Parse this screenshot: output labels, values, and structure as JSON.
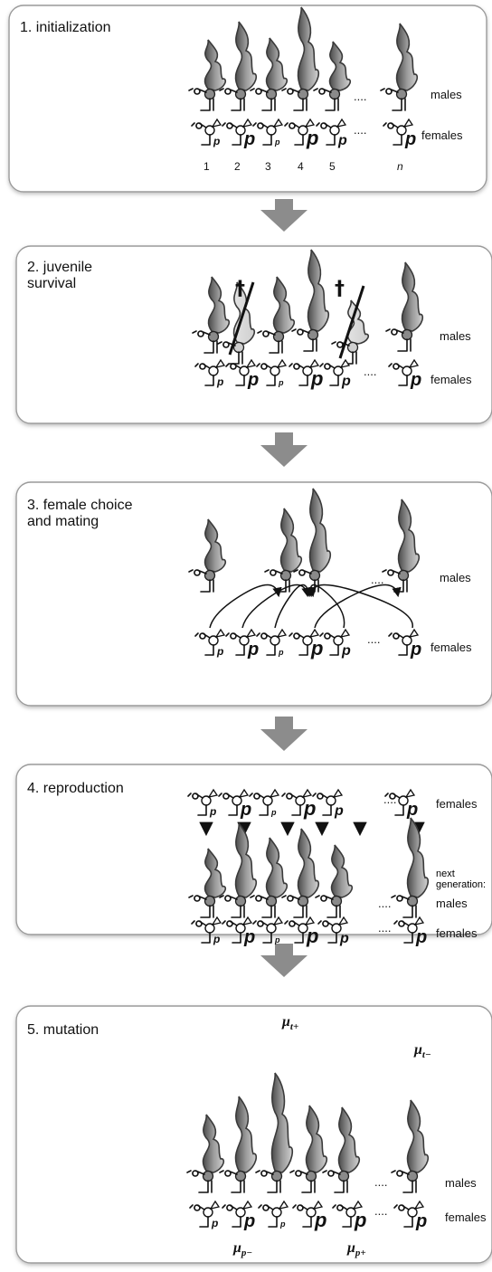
{
  "panels": [
    {
      "title": "1. initialization"
    },
    {
      "title": "2. juvenile\nsurvival"
    },
    {
      "title": "3. female choice\nand mating"
    },
    {
      "title": "4. reproduction"
    },
    {
      "title": "5. mutation"
    }
  ],
  "labels": {
    "males": "males",
    "females": "females",
    "ellipsis": "....",
    "next_generation": "next\ngeneration:",
    "female_symbol": "p",
    "dagger": "†"
  },
  "individuals": [
    "1",
    "2",
    "3",
    "4",
    "5",
    "n"
  ],
  "mutation": {
    "mu_t_plus": "μ",
    "mu_t_plus_sub": "t+",
    "mu_t_minus": "μ",
    "mu_t_minus_sub": "t−",
    "mu_p_minus": "μ",
    "mu_p_minus_sub": "p−",
    "mu_p_plus": "μ",
    "mu_p_plus_sub": "p+"
  },
  "colors": {
    "arrow": "#8c8c8c",
    "tail_light": "#d8d8d8",
    "tail_dark": "#555555",
    "panel_border": "#9a9a9a"
  }
}
